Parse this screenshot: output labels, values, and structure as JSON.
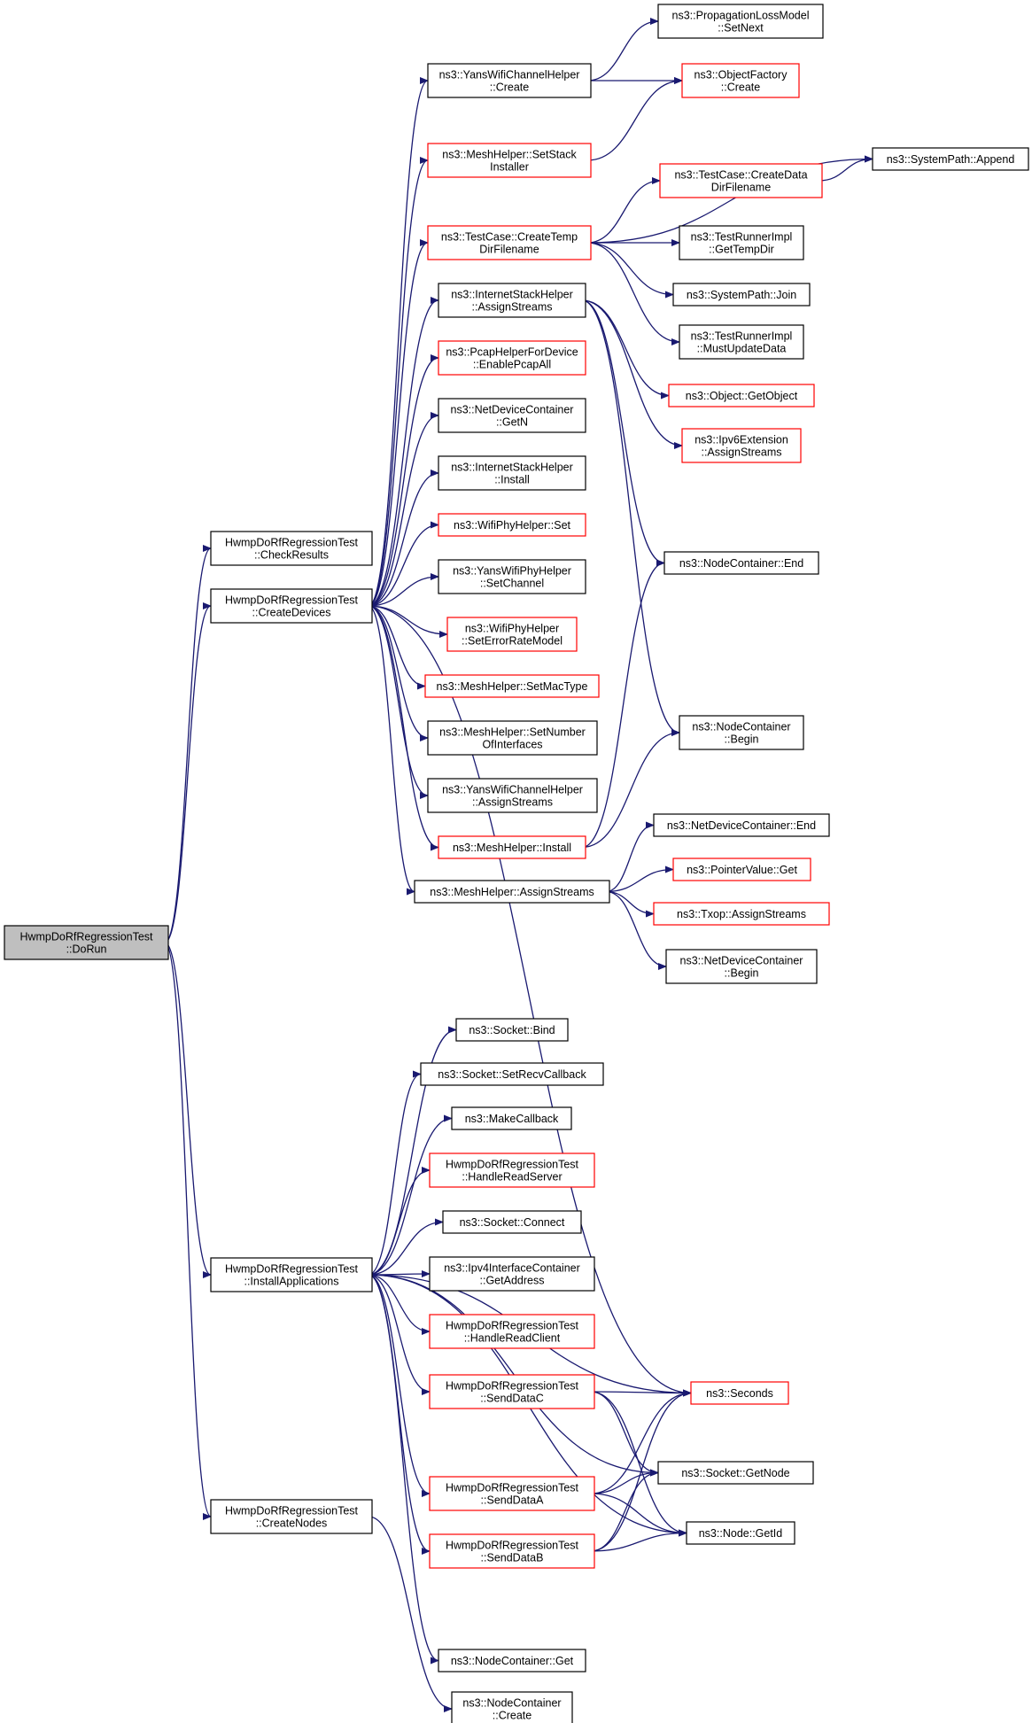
{
  "colors": {
    "edge": "#191970",
    "border_normal": "#000000",
    "border_truncated": "#ff0000",
    "root_fill": "#bfbfbf",
    "node_fill": "#ffffff"
  },
  "nodes": [
    {
      "id": "dorun",
      "lines": [
        "HwmpDoRfRegressionTest",
        "::DoRun"
      ],
      "style": "root"
    },
    {
      "id": "checkresults",
      "lines": [
        "HwmpDoRfRegressionTest",
        "::CheckResults"
      ],
      "style": "normal"
    },
    {
      "id": "createdevices",
      "lines": [
        "HwmpDoRfRegressionTest",
        "::CreateDevices"
      ],
      "style": "normal"
    },
    {
      "id": "installapps",
      "lines": [
        "HwmpDoRfRegressionTest",
        "::InstallApplications"
      ],
      "style": "normal"
    },
    {
      "id": "createnodes",
      "lines": [
        "HwmpDoRfRegressionTest",
        "::CreateNodes"
      ],
      "style": "normal"
    },
    {
      "id": "yanswch_create",
      "lines": [
        "ns3::YansWifiChannelHelper",
        "::Create"
      ],
      "style": "normal"
    },
    {
      "id": "setstack",
      "lines": [
        "ns3::MeshHelper::SetStack",
        "Installer"
      ],
      "style": "truncated"
    },
    {
      "id": "createtemp",
      "lines": [
        "ns3::TestCase::CreateTemp",
        "DirFilename"
      ],
      "style": "truncated"
    },
    {
      "id": "ish_assign",
      "lines": [
        "ns3::InternetStackHelper",
        "::AssignStreams"
      ],
      "style": "normal"
    },
    {
      "id": "pcap",
      "lines": [
        "ns3::PcapHelperForDevice",
        "::EnablePcapAll"
      ],
      "style": "truncated"
    },
    {
      "id": "ndc_getn",
      "lines": [
        "ns3::NetDeviceContainer",
        "::GetN"
      ],
      "style": "normal"
    },
    {
      "id": "ish_install",
      "lines": [
        "ns3::InternetStackHelper",
        "::Install"
      ],
      "style": "normal"
    },
    {
      "id": "wifiphy_set",
      "lines": [
        "ns3::WifiPhyHelper::Set"
      ],
      "style": "truncated"
    },
    {
      "id": "setchannel",
      "lines": [
        "ns3::YansWifiPhyHelper",
        "::SetChannel"
      ],
      "style": "normal"
    },
    {
      "id": "seterror",
      "lines": [
        "ns3::WifiPhyHelper",
        "::SetErrorRateModel"
      ],
      "style": "truncated"
    },
    {
      "id": "setmactype",
      "lines": [
        "ns3::MeshHelper::SetMacType"
      ],
      "style": "truncated"
    },
    {
      "id": "setnumif",
      "lines": [
        "ns3::MeshHelper::SetNumber",
        "OfInterfaces"
      ],
      "style": "normal"
    },
    {
      "id": "yanswch_assign",
      "lines": [
        "ns3::YansWifiChannelHelper",
        "::AssignStreams"
      ],
      "style": "normal"
    },
    {
      "id": "mh_install",
      "lines": [
        "ns3::MeshHelper::Install"
      ],
      "style": "truncated"
    },
    {
      "id": "mh_assign",
      "lines": [
        "ns3::MeshHelper::AssignStreams"
      ],
      "style": "normal"
    },
    {
      "id": "plm_setnext",
      "lines": [
        "ns3::PropagationLossModel",
        "::SetNext"
      ],
      "style": "normal"
    },
    {
      "id": "objfactory",
      "lines": [
        "ns3::ObjectFactory",
        "::Create"
      ],
      "style": "truncated"
    },
    {
      "id": "sp_append",
      "lines": [
        "ns3::SystemPath::Append"
      ],
      "style": "normal"
    },
    {
      "id": "createdata",
      "lines": [
        "ns3::TestCase::CreateData",
        "DirFilename"
      ],
      "style": "truncated"
    },
    {
      "id": "gettempdir",
      "lines": [
        "ns3::TestRunnerImpl",
        "::GetTempDir"
      ],
      "style": "normal"
    },
    {
      "id": "sp_join",
      "lines": [
        "ns3::SystemPath::Join"
      ],
      "style": "normal"
    },
    {
      "id": "mustupdate",
      "lines": [
        "ns3::TestRunnerImpl",
        "::MustUpdateData"
      ],
      "style": "normal"
    },
    {
      "id": "getobject",
      "lines": [
        "ns3::Object::GetObject"
      ],
      "style": "truncated"
    },
    {
      "id": "ipv6ext",
      "lines": [
        "ns3::Ipv6Extension",
        "::AssignStreams"
      ],
      "style": "truncated"
    },
    {
      "id": "nc_end",
      "lines": [
        "ns3::NodeContainer::End"
      ],
      "style": "normal"
    },
    {
      "id": "nc_begin",
      "lines": [
        "ns3::NodeContainer",
        "::Begin"
      ],
      "style": "normal"
    },
    {
      "id": "ndc_end",
      "lines": [
        "ns3::NetDeviceContainer::End"
      ],
      "style": "normal"
    },
    {
      "id": "pv_get",
      "lines": [
        "ns3::PointerValue::Get"
      ],
      "style": "truncated"
    },
    {
      "id": "txop",
      "lines": [
        "ns3::Txop::AssignStreams"
      ],
      "style": "truncated"
    },
    {
      "id": "ndc_begin",
      "lines": [
        "ns3::NetDeviceContainer",
        "::Begin"
      ],
      "style": "normal"
    },
    {
      "id": "sock_bind",
      "lines": [
        "ns3::Socket::Bind"
      ],
      "style": "normal"
    },
    {
      "id": "sock_recvcb",
      "lines": [
        "ns3::Socket::SetRecvCallback"
      ],
      "style": "normal"
    },
    {
      "id": "makecb",
      "lines": [
        "ns3::MakeCallback"
      ],
      "style": "normal"
    },
    {
      "id": "hrserver",
      "lines": [
        "HwmpDoRfRegressionTest",
        "::HandleReadServer"
      ],
      "style": "truncated"
    },
    {
      "id": "sock_connect",
      "lines": [
        "ns3::Socket::Connect"
      ],
      "style": "normal"
    },
    {
      "id": "ipv4_getaddr",
      "lines": [
        "ns3::Ipv4InterfaceContainer",
        "::GetAddress"
      ],
      "style": "normal"
    },
    {
      "id": "hrclient",
      "lines": [
        "HwmpDoRfRegressionTest",
        "::HandleReadClient"
      ],
      "style": "truncated"
    },
    {
      "id": "senddatac",
      "lines": [
        "HwmpDoRfRegressionTest",
        "::SendDataC"
      ],
      "style": "truncated"
    },
    {
      "id": "senddataa",
      "lines": [
        "HwmpDoRfRegressionTest",
        "::SendDataA"
      ],
      "style": "truncated"
    },
    {
      "id": "senddatab",
      "lines": [
        "HwmpDoRfRegressionTest",
        "::SendDataB"
      ],
      "style": "truncated"
    },
    {
      "id": "seconds",
      "lines": [
        "ns3::Seconds"
      ],
      "style": "truncated"
    },
    {
      "id": "sock_getnode",
      "lines": [
        "ns3::Socket::GetNode"
      ],
      "style": "normal"
    },
    {
      "id": "node_getid",
      "lines": [
        "ns3::Node::GetId"
      ],
      "style": "normal"
    },
    {
      "id": "nc_get",
      "lines": [
        "ns3::NodeContainer::Get"
      ],
      "style": "normal"
    },
    {
      "id": "nc_create",
      "lines": [
        "ns3::NodeContainer",
        "::Create"
      ],
      "style": "normal"
    }
  ],
  "edges": [
    [
      "dorun",
      "checkresults"
    ],
    [
      "dorun",
      "createdevices"
    ],
    [
      "dorun",
      "installapps"
    ],
    [
      "dorun",
      "createnodes"
    ],
    [
      "createdevices",
      "yanswch_create"
    ],
    [
      "createdevices",
      "setstack"
    ],
    [
      "createdevices",
      "createtemp"
    ],
    [
      "createdevices",
      "ish_assign"
    ],
    [
      "createdevices",
      "pcap"
    ],
    [
      "createdevices",
      "ndc_getn"
    ],
    [
      "createdevices",
      "ish_install"
    ],
    [
      "createdevices",
      "wifiphy_set"
    ],
    [
      "createdevices",
      "setchannel"
    ],
    [
      "createdevices",
      "seterror"
    ],
    [
      "createdevices",
      "setmactype"
    ],
    [
      "createdevices",
      "setnumif"
    ],
    [
      "createdevices",
      "yanswch_assign"
    ],
    [
      "createdevices",
      "mh_install"
    ],
    [
      "createdevices",
      "mh_assign"
    ],
    [
      "createdevices",
      "seconds"
    ],
    [
      "yanswch_create",
      "plm_setnext"
    ],
    [
      "yanswch_create",
      "objfactory"
    ],
    [
      "setstack",
      "objfactory"
    ],
    [
      "createtemp",
      "sp_append"
    ],
    [
      "createtemp",
      "createdata"
    ],
    [
      "createtemp",
      "gettempdir"
    ],
    [
      "createtemp",
      "sp_join"
    ],
    [
      "createtemp",
      "mustupdate"
    ],
    [
      "createdata",
      "sp_append"
    ],
    [
      "ish_assign",
      "getobject"
    ],
    [
      "ish_assign",
      "ipv6ext"
    ],
    [
      "ish_assign",
      "nc_end"
    ],
    [
      "ish_assign",
      "nc_begin"
    ],
    [
      "mh_install",
      "nc_end"
    ],
    [
      "mh_install",
      "nc_begin"
    ],
    [
      "mh_assign",
      "ndc_end"
    ],
    [
      "mh_assign",
      "pv_get"
    ],
    [
      "mh_assign",
      "txop"
    ],
    [
      "mh_assign",
      "ndc_begin"
    ],
    [
      "installapps",
      "sock_bind"
    ],
    [
      "installapps",
      "sock_recvcb"
    ],
    [
      "installapps",
      "makecb"
    ],
    [
      "installapps",
      "hrserver"
    ],
    [
      "installapps",
      "sock_connect"
    ],
    [
      "installapps",
      "ipv4_getaddr"
    ],
    [
      "installapps",
      "hrclient"
    ],
    [
      "installapps",
      "senddatac"
    ],
    [
      "installapps",
      "senddataa"
    ],
    [
      "installapps",
      "senddatab"
    ],
    [
      "installapps",
      "seconds"
    ],
    [
      "installapps",
      "sock_getnode"
    ],
    [
      "installapps",
      "node_getid"
    ],
    [
      "installapps",
      "nc_get"
    ],
    [
      "senddatac",
      "seconds"
    ],
    [
      "senddatac",
      "sock_getnode"
    ],
    [
      "senddatac",
      "node_getid"
    ],
    [
      "senddataa",
      "seconds"
    ],
    [
      "senddataa",
      "sock_getnode"
    ],
    [
      "senddataa",
      "node_getid"
    ],
    [
      "senddatab",
      "seconds"
    ],
    [
      "senddatab",
      "sock_getnode"
    ],
    [
      "senddatab",
      "node_getid"
    ],
    [
      "createnodes",
      "nc_create"
    ]
  ]
}
